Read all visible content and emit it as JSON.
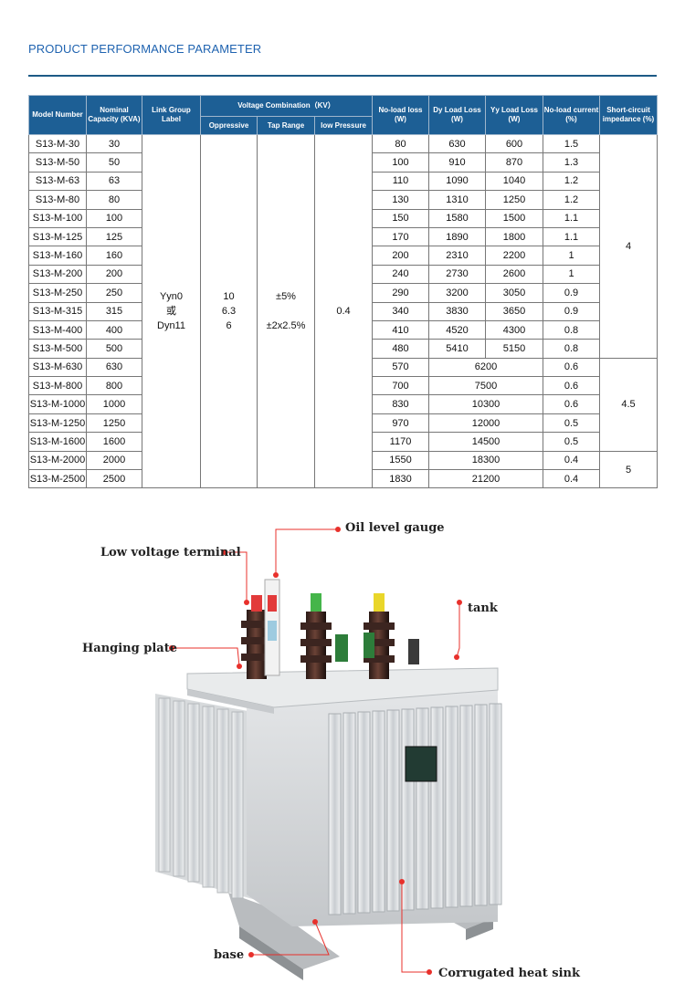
{
  "section_title": "PRODUCT PERFORMANCE PARAMETER",
  "table": {
    "headers": {
      "model": "Model Number",
      "capacity": "Nominal Capacity (KVA)",
      "link_group": "Link Group Label",
      "voltage_group": "Voltage Combination（KV）",
      "oppressive": "Oppressive",
      "tap_range": "Tap Range",
      "low_pressure": "low Pressure",
      "noload_loss": "No-load loss (W)",
      "dy_load_loss": "Dy Load Loss (W)",
      "yy_load_loss": "Yy Load Loss (W)",
      "noload_current": "No-load current (%)",
      "impedance": "Short-circuit impedance (%)"
    },
    "rows": [
      {
        "model": "S13-M-30",
        "capacity": "30",
        "noload": "80",
        "dy": "630",
        "yy": "600",
        "current": "1.5"
      },
      {
        "model": "S13-M-50",
        "capacity": "50",
        "noload": "100",
        "dy": "910",
        "yy": "870",
        "current": "1.3"
      },
      {
        "model": "S13-M-63",
        "capacity": "63",
        "noload": "110",
        "dy": "1090",
        "yy": "1040",
        "current": "1.2"
      },
      {
        "model": "S13-M-80",
        "capacity": "80",
        "noload": "130",
        "dy": "1310",
        "yy": "1250",
        "current": "1.2"
      },
      {
        "model": "S13-M-100",
        "capacity": "100",
        "noload": "150",
        "dy": "1580",
        "yy": "1500",
        "current": "1.1"
      },
      {
        "model": "S13-M-125",
        "capacity": "125",
        "noload": "170",
        "dy": "1890",
        "yy": "1800",
        "current": "1.1"
      },
      {
        "model": "S13-M-160",
        "capacity": "160",
        "noload": "200",
        "dy": "2310",
        "yy": "2200",
        "current": "1"
      },
      {
        "model": "S13-M-200",
        "capacity": "200",
        "noload": "240",
        "dy": "2730",
        "yy": "2600",
        "current": "1"
      },
      {
        "model": "S13-M-250",
        "capacity": "250",
        "noload": "290",
        "dy": "3200",
        "yy": "3050",
        "current": "0.9"
      },
      {
        "model": "S13-M-315",
        "capacity": "315",
        "noload": "340",
        "dy": "3830",
        "yy": "3650",
        "current": "0.9"
      },
      {
        "model": "S13-M-400",
        "capacity": "400",
        "noload": "410",
        "dy": "4520",
        "yy": "4300",
        "current": "0.8"
      },
      {
        "model": "S13-M-500",
        "capacity": "500",
        "noload": "480",
        "dy": "5410",
        "yy": "5150",
        "current": "0.8"
      },
      {
        "model": "S13-M-630",
        "capacity": "630",
        "noload": "570",
        "load": "6200",
        "current": "0.6"
      },
      {
        "model": "S13-M-800",
        "capacity": "800",
        "noload": "700",
        "load": "7500",
        "current": "0.6"
      },
      {
        "model": "S13-M-1000",
        "capacity": "1000",
        "noload": "830",
        "load": "10300",
        "current": "0.6"
      },
      {
        "model": "S13-M-1250",
        "capacity": "1250",
        "noload": "970",
        "load": "12000",
        "current": "0.5"
      },
      {
        "model": "S13-M-1600",
        "capacity": "1600",
        "noload": "1170",
        "load": "14500",
        "current": "0.5"
      },
      {
        "model": "S13-M-2000",
        "capacity": "2000",
        "noload": "1550",
        "load": "18300",
        "current": "0.4"
      },
      {
        "model": "S13-M-2500",
        "capacity": "2500",
        "noload": "1830",
        "load": "21200",
        "current": "0.4"
      }
    ],
    "merged": {
      "link_group": "Yyn0\n或\nDyn11",
      "oppressive": "10\n6.3\n6",
      "tap_range": "±5%\n\n±2x2.5%",
      "low_pressure": "0.4",
      "impedance_a": "4",
      "impedance_b": "4.5",
      "impedance_c": "5"
    }
  },
  "figure": {
    "labels": {
      "oil_gauge": "Oil level gauge",
      "low_voltage": "Low voltage terminal",
      "tank": "tank",
      "hanging_plate": "Hanging plate",
      "base": "base",
      "heat_sink": "Corrugated heat sink"
    },
    "accent_color": "#e8302b"
  }
}
